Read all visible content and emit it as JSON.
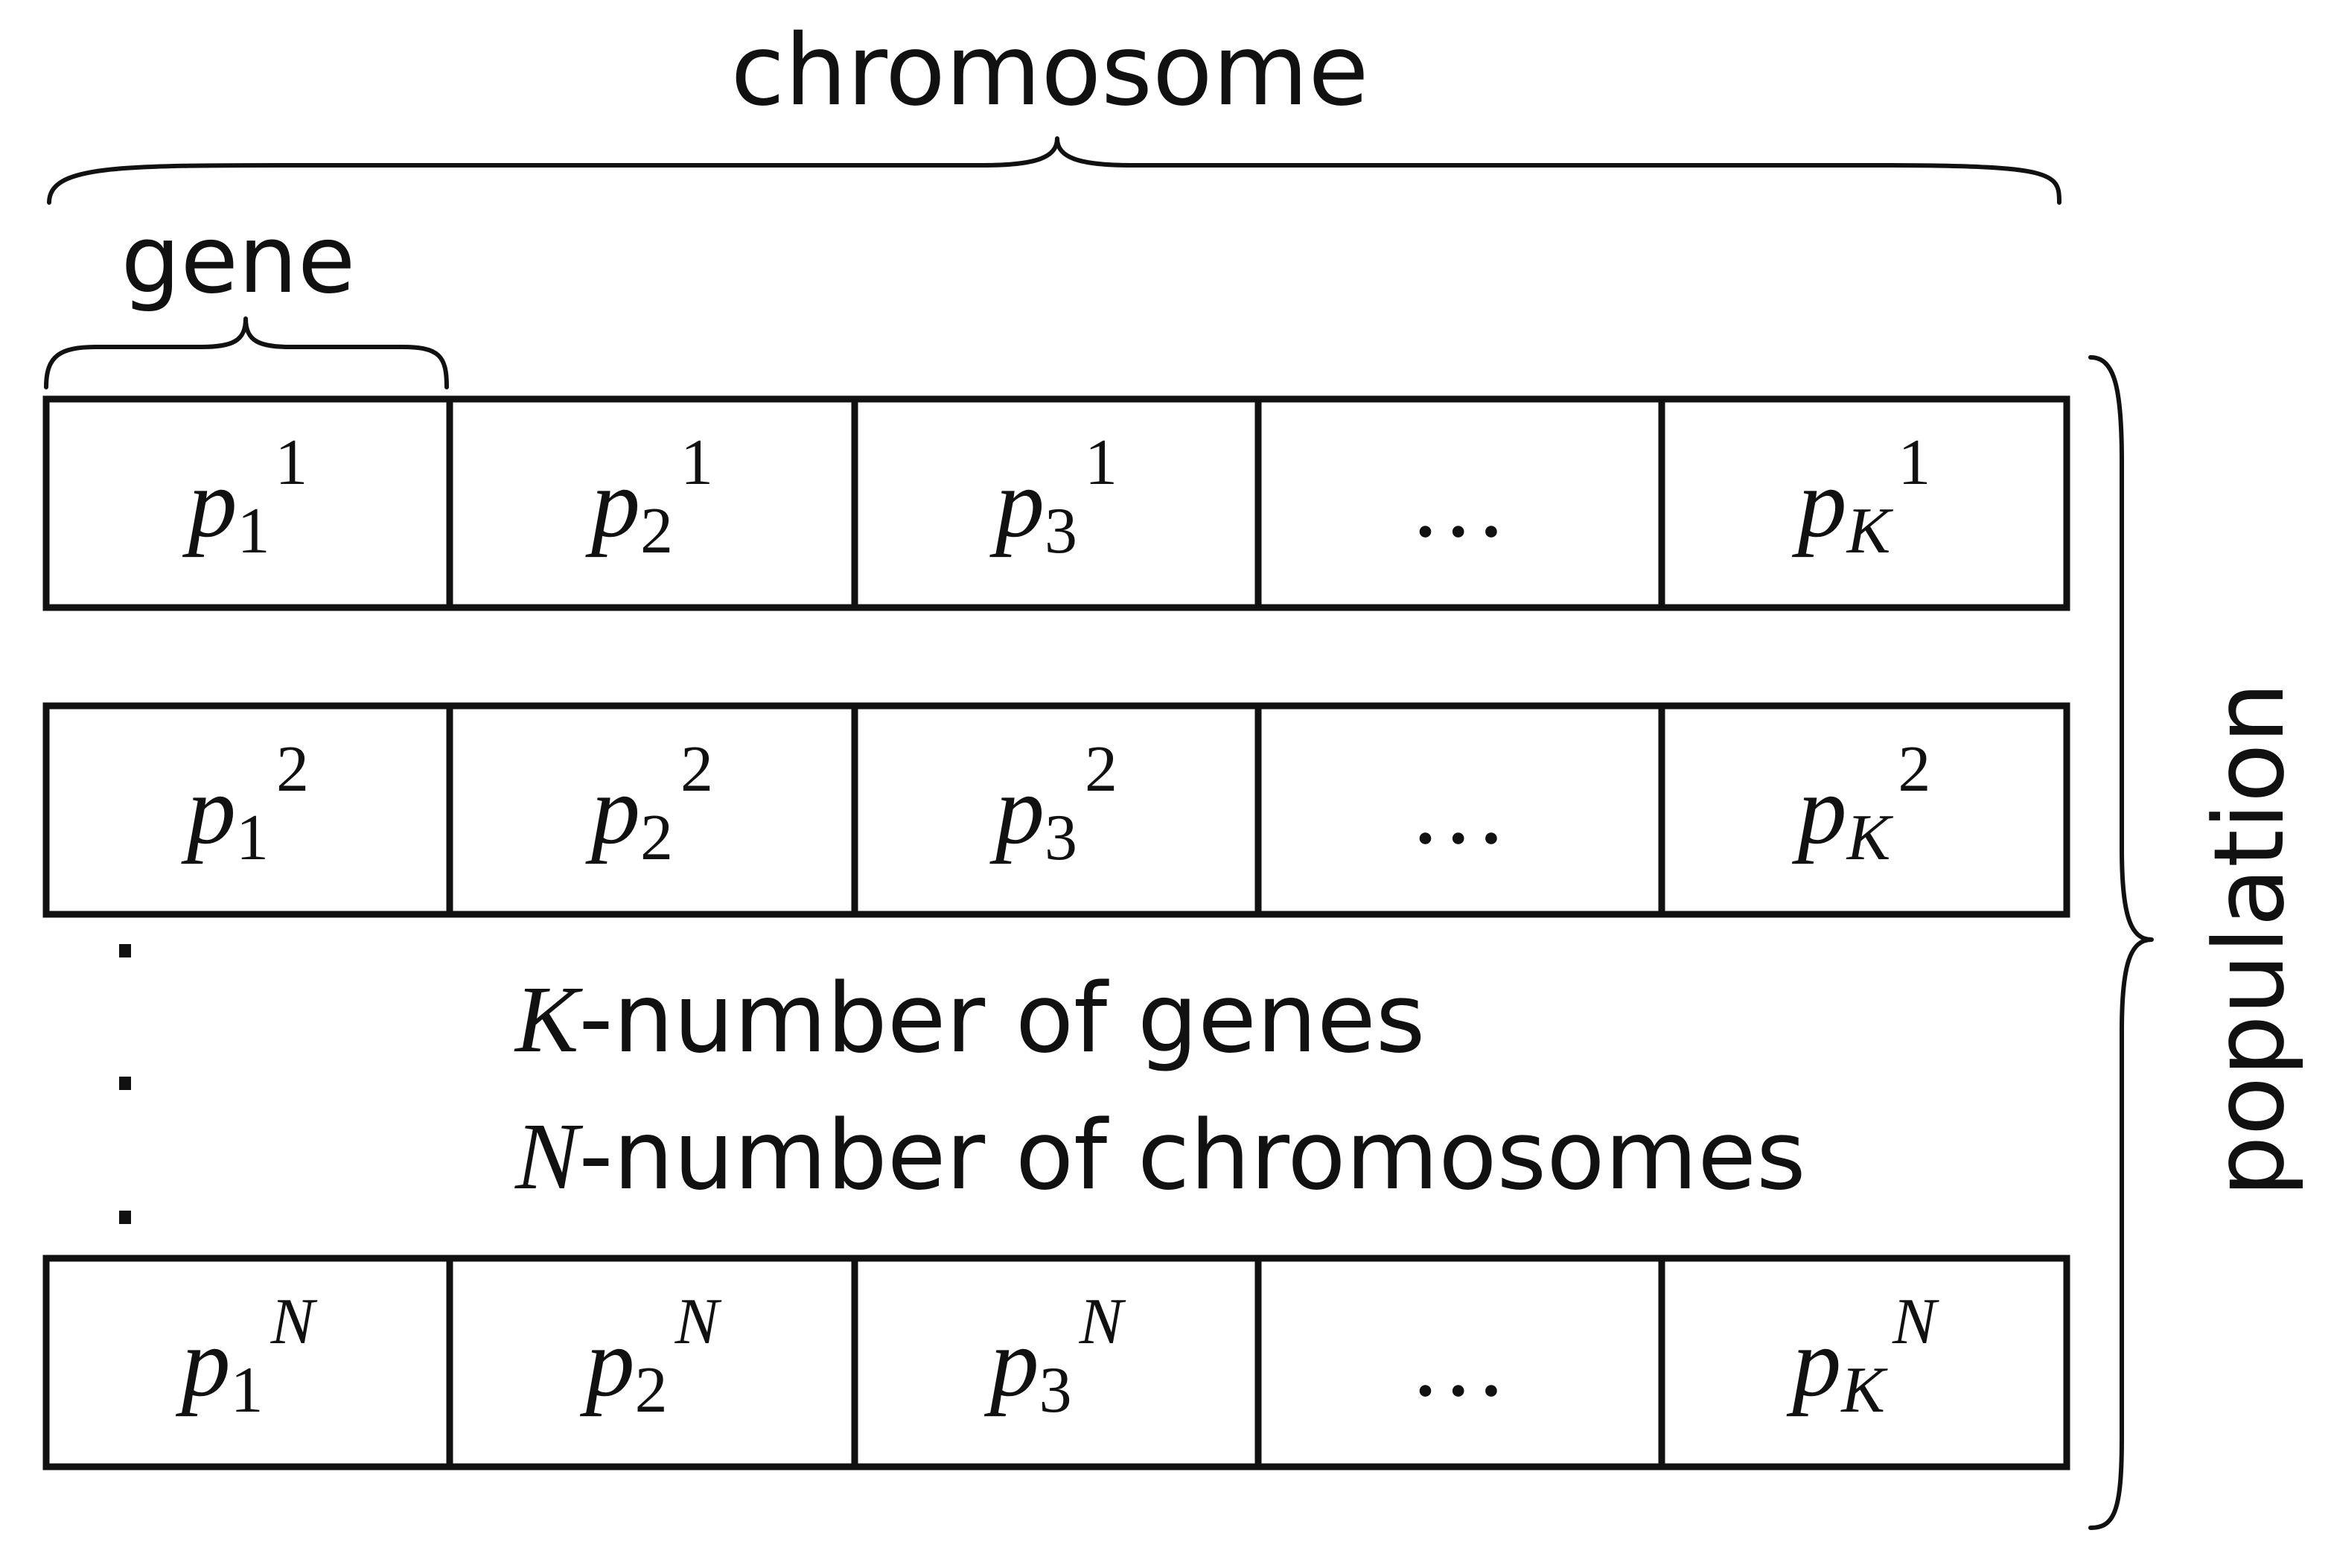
{
  "labels": {
    "chromosome": "chromosome",
    "gene": "gene",
    "population": "population"
  },
  "legend": [
    {
      "symbol": "K",
      "text": "-number of genes"
    },
    {
      "symbol": "N",
      "text": "-number of chromosomes"
    }
  ],
  "rows": [
    {
      "cells": [
        {
          "base": "p",
          "sub": "1",
          "sup": "1"
        },
        {
          "base": "p",
          "sub": "2",
          "sup": "1"
        },
        {
          "base": "p",
          "sub": "3",
          "sup": "1"
        },
        {
          "base": "…",
          "sub": "",
          "sup": ""
        },
        {
          "base": "p",
          "sub": "K",
          "sup": "1"
        }
      ]
    },
    {
      "cells": [
        {
          "base": "p",
          "sub": "1",
          "sup": "2"
        },
        {
          "base": "p",
          "sub": "2",
          "sup": "2"
        },
        {
          "base": "p",
          "sub": "3",
          "sup": "2"
        },
        {
          "base": "…",
          "sub": "",
          "sup": ""
        },
        {
          "base": "p",
          "sub": "K",
          "sup": "2"
        }
      ]
    },
    {
      "cells": [
        {
          "base": "p",
          "sub": "1",
          "sup": "N"
        },
        {
          "base": "p",
          "sub": "2",
          "sup": "N"
        },
        {
          "base": "p",
          "sub": "3",
          "sup": "N"
        },
        {
          "base": "…",
          "sub": "",
          "sup": ""
        },
        {
          "base": "p",
          "sub": "K",
          "sup": "N"
        }
      ]
    }
  ]
}
